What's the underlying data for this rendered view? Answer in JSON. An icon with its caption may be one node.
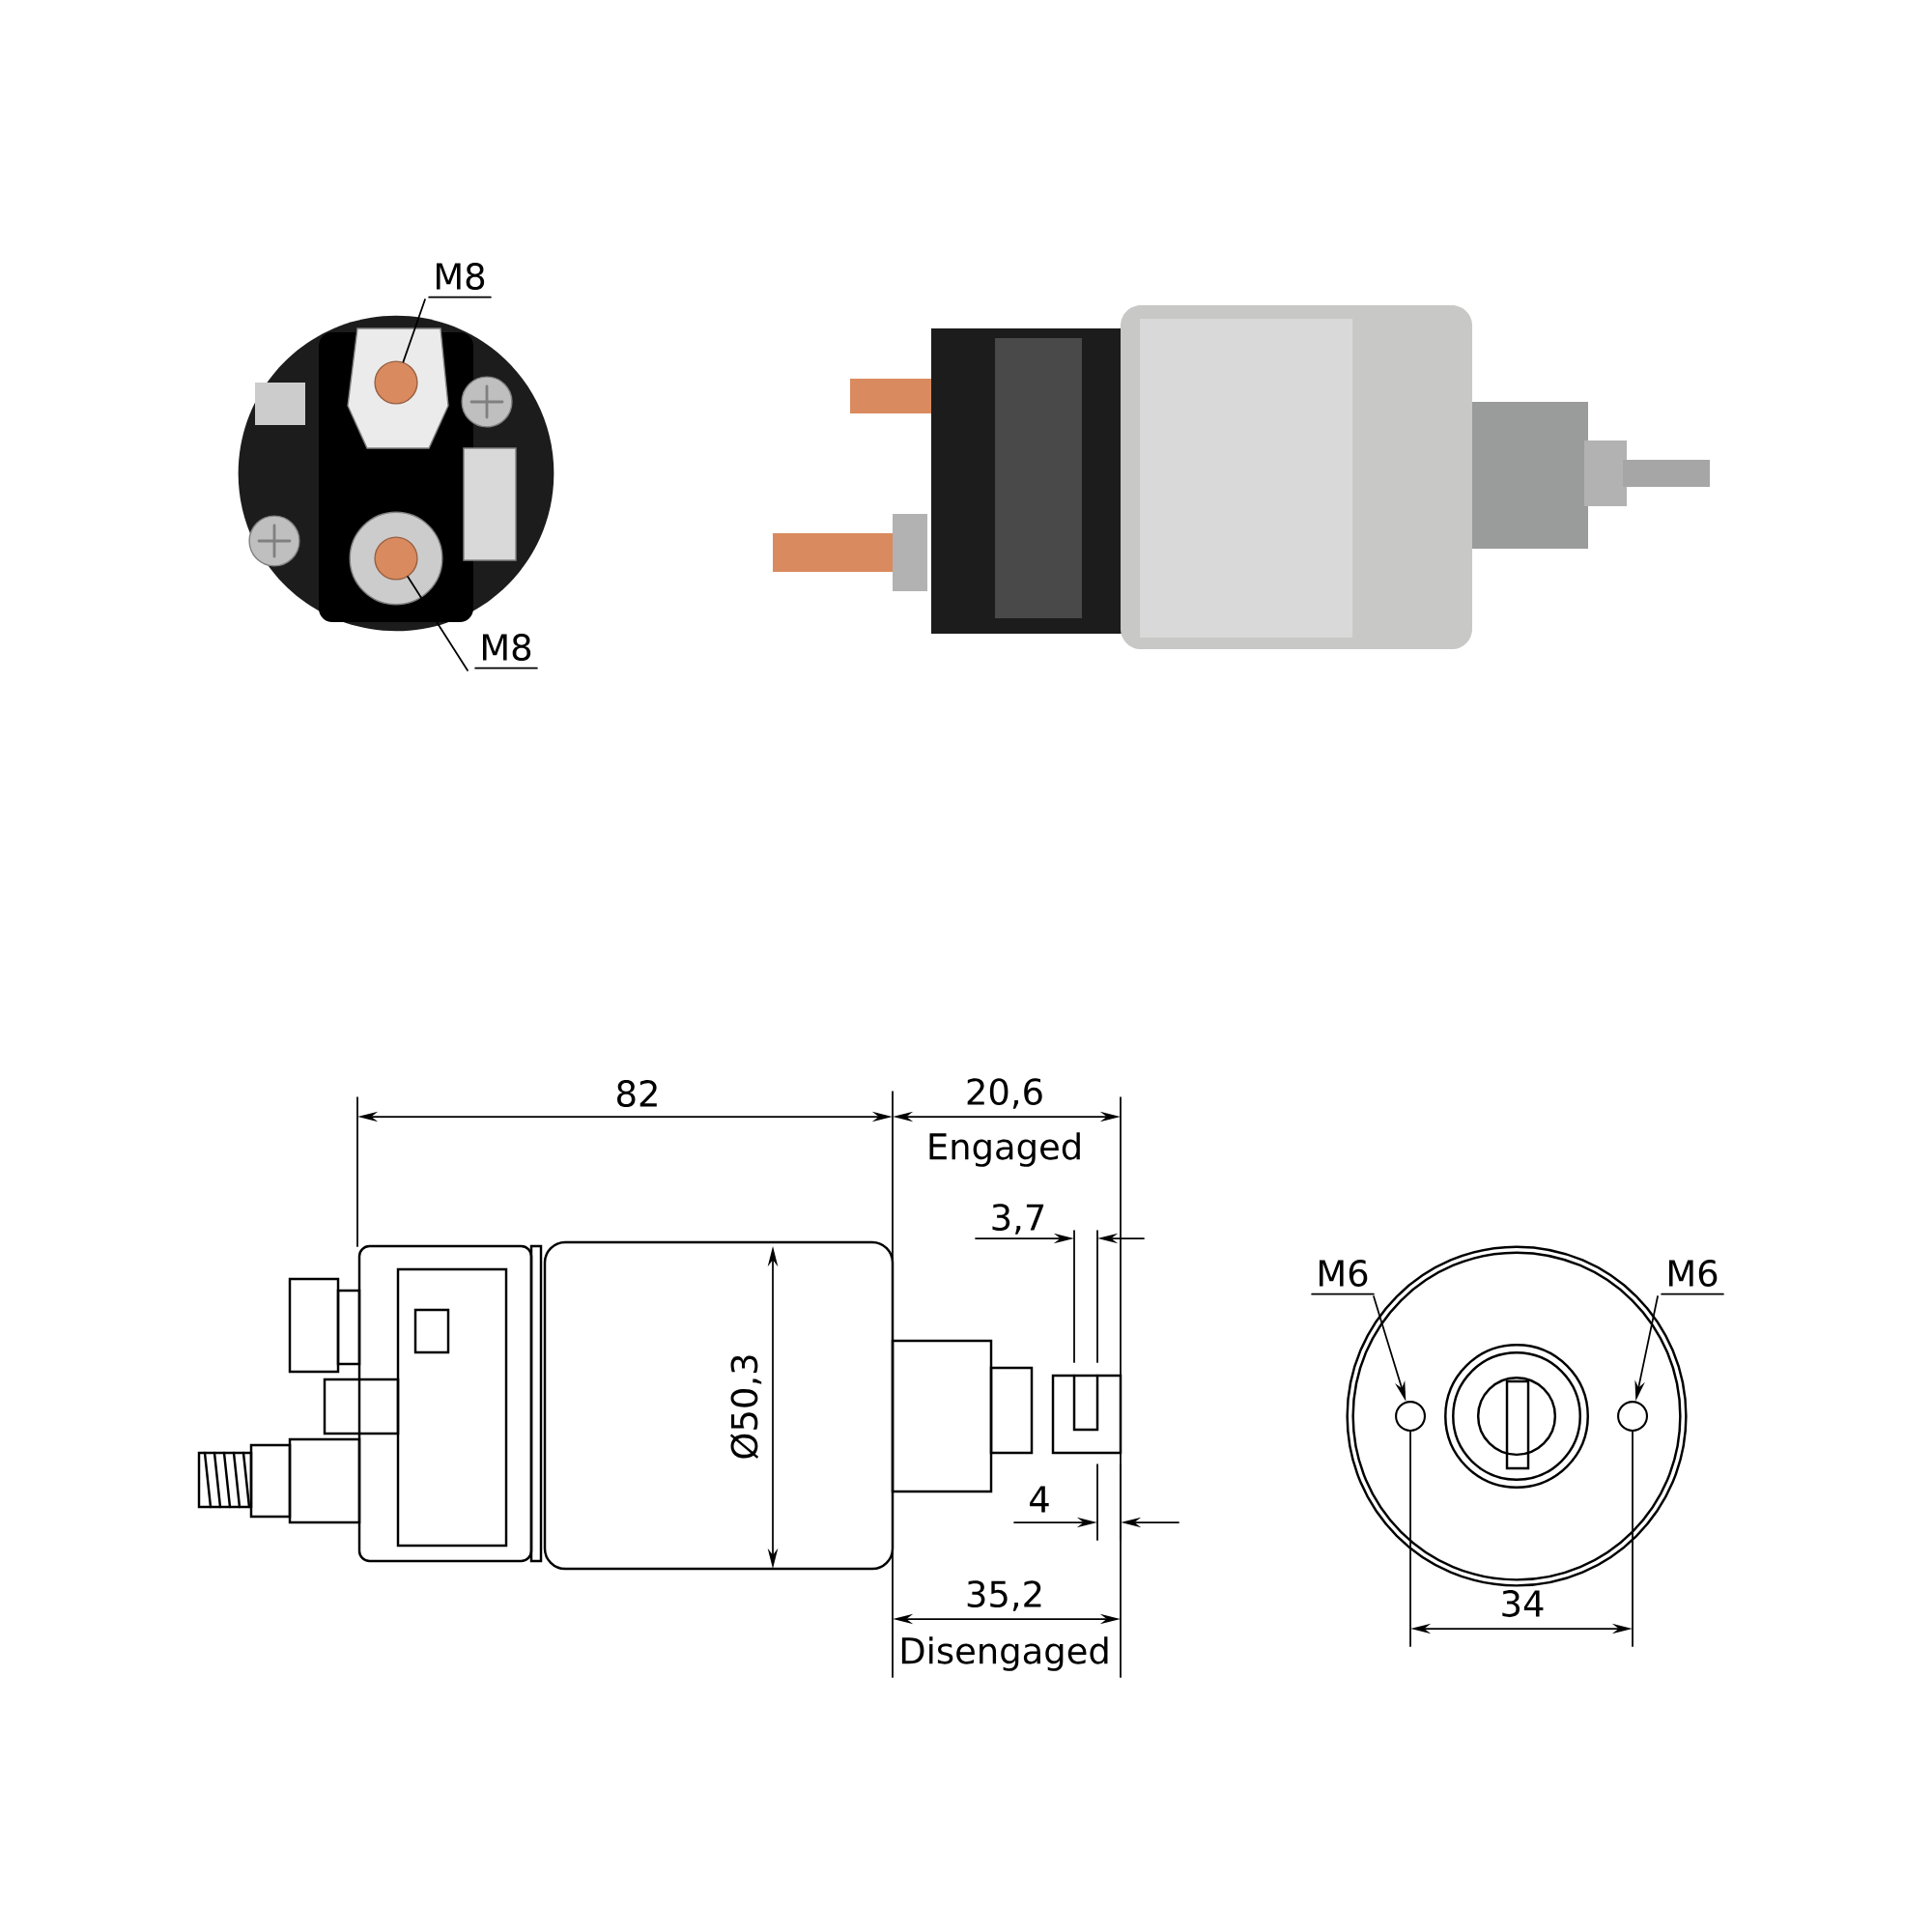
{
  "diagram": {
    "nodes": [
      {
        "text": [
          "M8"
        ]
      },
      {
        "text": [],
        "shape": "circle"
      },
      {
        "text": [
          "M8"
        ]
      },
      {
        "text": [],
        "shape": "circle"
      },
      {
        "text": [
          "M6"
        ]
      },
      {
        "text": [],
        "shape": "circle"
      },
      {
        "text": [
          "M6"
        ]
      },
      {
        "text": [],
        "shape": "circle"
      }
    ],
    "edges": [
      {
        "from": 0,
        "to": 1,
        "arrow": "none"
      },
      {
        "from": 2,
        "to": 3,
        "arrow": "none"
      },
      {
        "from": 4,
        "to": 5,
        "arrow": "to"
      },
      {
        "from": 6,
        "to": 7,
        "arrow": "to"
      }
    ],
    "labels": [
      "82",
      "20,6",
      "Engaged",
      "3,7",
      "Ø50,3",
      "4",
      "35,2",
      "Disengaged",
      "34"
    ]
  }
}
